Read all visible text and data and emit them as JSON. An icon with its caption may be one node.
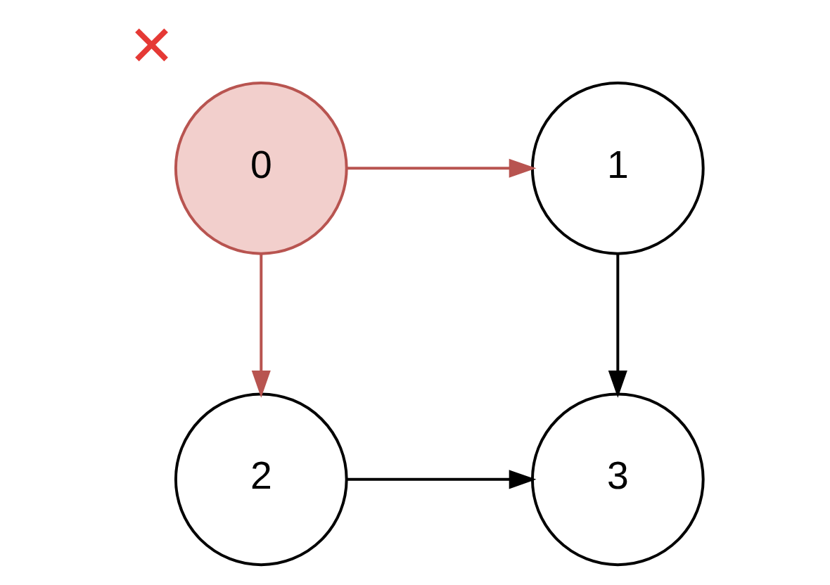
{
  "diagram": {
    "nodes": [
      {
        "text": [
          "0"
        ],
        "beside": [
          "✕"
        ]
      },
      {
        "text": [
          "1"
        ]
      },
      {
        "text": [
          "2"
        ]
      },
      {
        "text": [
          "3"
        ]
      }
    ],
    "edges": [
      {
        "from": 0,
        "to": 1,
        "arrow": "to",
        "color": "#b85450"
      },
      {
        "from": 0,
        "to": 2,
        "arrow": "to",
        "color": "#b85450"
      },
      {
        "from": 1,
        "to": 3,
        "arrow": "to",
        "color": "#000000"
      },
      {
        "from": 2,
        "to": 3,
        "arrow": "to",
        "color": "#000000"
      }
    ]
  }
}
